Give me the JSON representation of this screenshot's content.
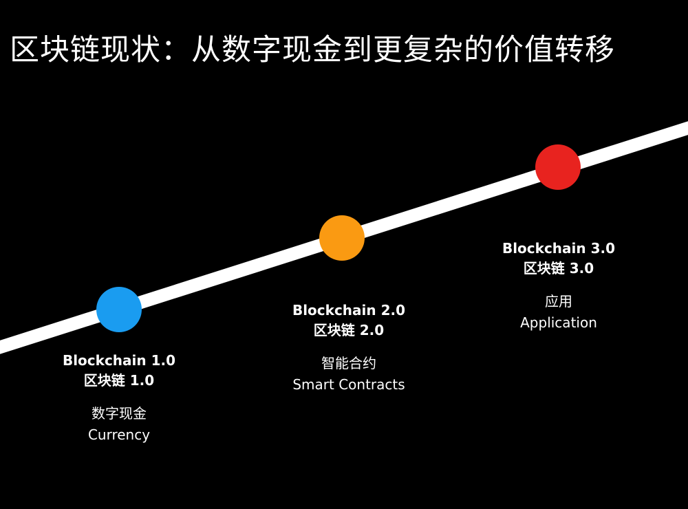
{
  "title": "区块链现状：从数字现金到更复杂的价值转移",
  "colors": {
    "background": "#000000",
    "line": "#ffffff",
    "stage1": "#1a9cf0",
    "stage2": "#fa9a12",
    "stage3": "#e8231f"
  },
  "stages": [
    {
      "name_en": "Blockchain 1.0",
      "name_zh": "区块链 1.0",
      "desc_zh": "数字现金",
      "desc_en": "Currency"
    },
    {
      "name_en": "Blockchain 2.0",
      "name_zh": "区块链 2.0",
      "desc_zh": "智能合约",
      "desc_en": "Smart Contracts"
    },
    {
      "name_en": "Blockchain 3.0",
      "name_zh": "区块链 3.0",
      "desc_zh": "应用",
      "desc_en": "Application"
    }
  ]
}
